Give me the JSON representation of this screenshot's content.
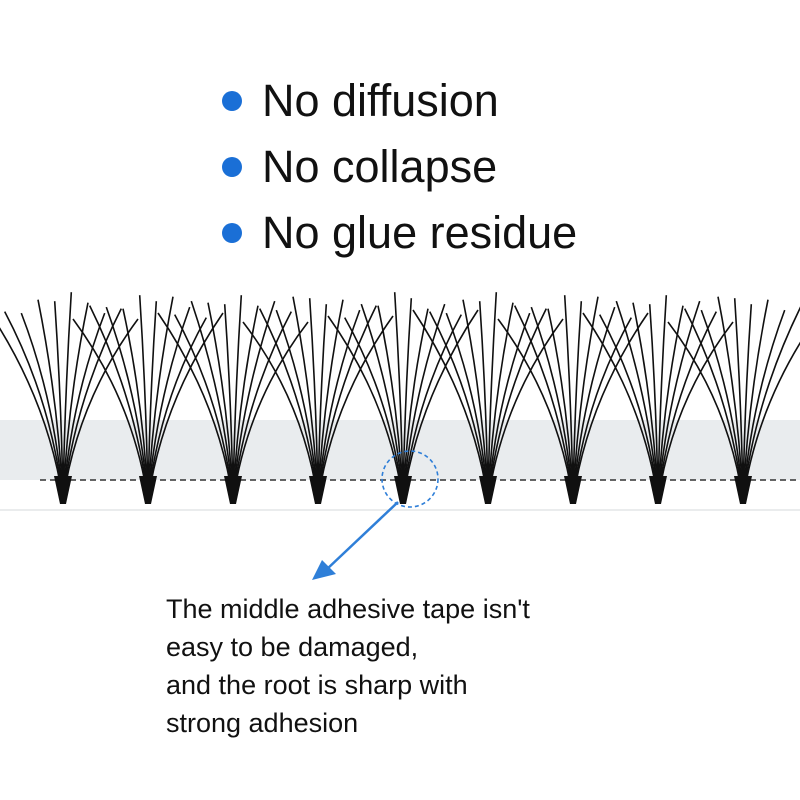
{
  "colors": {
    "bullet": "#1a6fd6",
    "text": "#111111",
    "lash": "#101010",
    "strip": "#e9ecee",
    "callout": "#2f7fd8"
  },
  "features": [
    {
      "label": "No diffusion",
      "icon": "bullet-dot-icon"
    },
    {
      "label": "No collapse",
      "icon": "bullet-dot-icon"
    },
    {
      "label": "No glue residue",
      "icon": "bullet-dot-icon"
    }
  ],
  "illustration": {
    "subject": "premade-fan-lash-strip",
    "cluster_count": 9,
    "fibers_per_cluster": 10,
    "highlighted_cluster": 5,
    "callout_icon": "callout-arrow-icon"
  },
  "caption": {
    "lines": [
      "The middle adhesive tape isn't",
      "easy to be damaged,",
      "and the root is sharp with",
      "strong adhesion"
    ]
  }
}
